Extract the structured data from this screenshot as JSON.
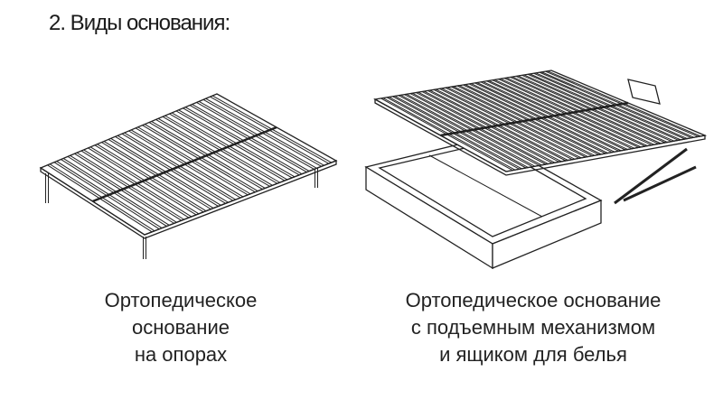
{
  "title": "2. Виды основания:",
  "items": [
    {
      "caption": [
        "Ортопедическое",
        "основание",
        "на опорах"
      ]
    },
    {
      "caption": [
        "Ортопедическое основание",
        "с подъемным механизмом",
        "и ящиком для белья"
      ]
    }
  ]
}
